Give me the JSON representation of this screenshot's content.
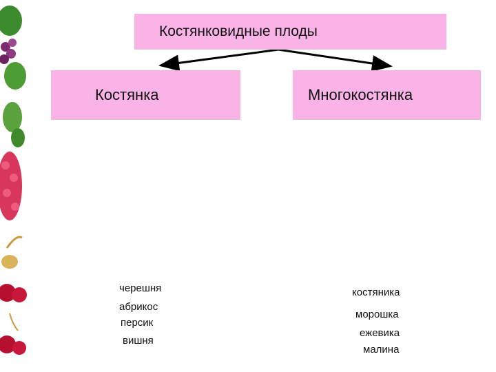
{
  "diagram": {
    "root": "Костянковидные плоды",
    "branches": [
      {
        "label": "Костянка",
        "items": [
          "черешня",
          "абрикос",
          "персик",
          "вишня"
        ]
      },
      {
        "label": "Многокостянка",
        "items": [
          "костяника",
          "морошка",
          "ежевика",
          "малина"
        ]
      }
    ]
  },
  "colors": {
    "box_fill": "#f9b3e6",
    "arrow": "#000000"
  },
  "decor": {
    "left_border": "fruit-illustration-strip (grapes, raspberries, cherries)"
  }
}
